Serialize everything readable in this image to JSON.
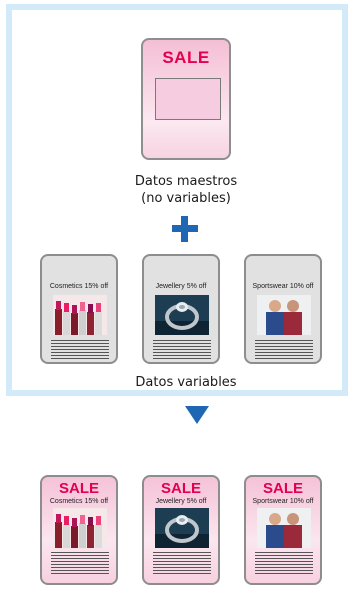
{
  "master": {
    "sale": "SALE",
    "label_line1": "Datos maestros",
    "label_line2": "(no variables)"
  },
  "variable": {
    "label": "Datos variables",
    "cards": [
      {
        "caption": "Cosmetics 15% off"
      },
      {
        "caption": "Jewellery 5% off"
      },
      {
        "caption": "Sportswear 10% off"
      }
    ]
  },
  "result": {
    "cards": [
      {
        "sale": "SALE",
        "caption": "Cosmetics 15% off"
      },
      {
        "sale": "SALE",
        "caption": "Jewellery 5% off"
      },
      {
        "sale": "SALE",
        "caption": "Sportswear 10% off"
      }
    ]
  },
  "colors": {
    "sale": "#e5004f",
    "accent": "#1f66b3",
    "frame": "#d3ebf8"
  },
  "icons": [
    "plus-icon",
    "down-arrow-icon",
    "lipstick-photo",
    "ring-photo",
    "couple-photo"
  ]
}
